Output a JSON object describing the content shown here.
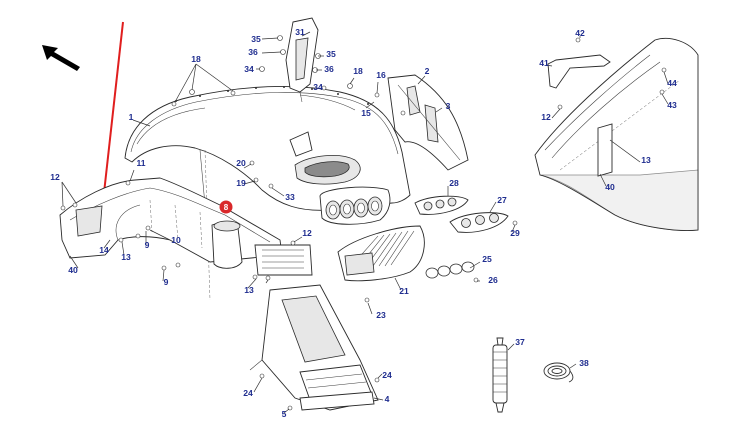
{
  "colors": {
    "label_text": "#1f2d8f",
    "lines": "#2b2b2b",
    "arrow_red": "#e01e1e",
    "badge_red": "#d9282a",
    "badge_text": "#ffffff"
  },
  "icons": {
    "direction_arrow": "black-arrow-pointing-up-left",
    "indicator_arrow": "red-arrow-pointing-down"
  },
  "highlight_badge": {
    "label": "8"
  },
  "callouts": [
    "35",
    "31",
    "36",
    "35",
    "34",
    "36",
    "34",
    "18",
    "18",
    "16",
    "2",
    "1",
    "3",
    "15",
    "42",
    "41",
    "44",
    "43",
    "12",
    "13",
    "40",
    "11",
    "12",
    "14",
    "9",
    "10",
    "13",
    "20",
    "19",
    "33",
    "40",
    "28",
    "27",
    "29",
    "12",
    "9",
    "13",
    "21",
    "25",
    "26",
    "23",
    "37",
    "38",
    "24",
    "24",
    "5",
    "4"
  ]
}
